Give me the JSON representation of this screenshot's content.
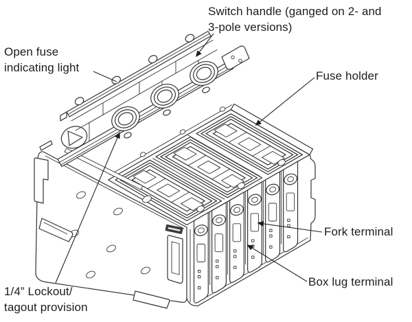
{
  "labels": {
    "switch_handle": [
      "Switch handle (ganged on 2- and",
      "3-pole versions)"
    ],
    "open_fuse": [
      "Open fuse",
      "indicating light"
    ],
    "fuse_holder": "Fuse holder",
    "fork_terminal": "Fork terminal",
    "box_lug_terminal": "Box lug terminal",
    "lockout": [
      "1/4” Lockout/",
      "tagout provision"
    ]
  },
  "colors": {
    "line": "#333333",
    "text": "#1c1c1c",
    "background": "#ffffff"
  }
}
